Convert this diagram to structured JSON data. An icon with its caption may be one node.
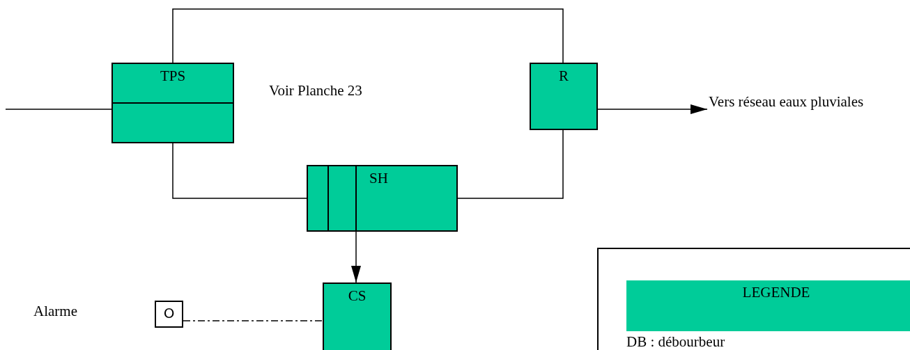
{
  "diagram": {
    "nodes": [
      {
        "text": [
          "TPS"
        ]
      },
      {
        "text": [
          "R"
        ]
      },
      {
        "text": [
          "SH"
        ]
      },
      {
        "text": [
          "CS"
        ]
      },
      {
        "text": [
          "O"
        ]
      },
      {
        "text": [
          "Vers réseau eaux pluviales"
        ]
      },
      {
        "text": [
          "DB : débourbeur"
        ]
      },
      {
        "text": [
          "LEGENDE"
        ],
        "in": 6
      }
    ],
    "edges": [
      {
        "from": null,
        "to": 0,
        "arrow": "none"
      },
      {
        "from": 0,
        "to": 1,
        "arrow": "none"
      },
      {
        "from": 0,
        "to": 2,
        "arrow": "none"
      },
      {
        "from": 2,
        "to": 1,
        "arrow": "none"
      },
      {
        "from": 1,
        "to": 5,
        "arrow": "to"
      },
      {
        "from": 2,
        "to": 3,
        "arrow": "to"
      },
      {
        "from": 4,
        "to": 3,
        "arrow": "none",
        "style": "dashed"
      }
    ],
    "labels": [
      "Voir Planche 23",
      "Alarme"
    ]
  }
}
